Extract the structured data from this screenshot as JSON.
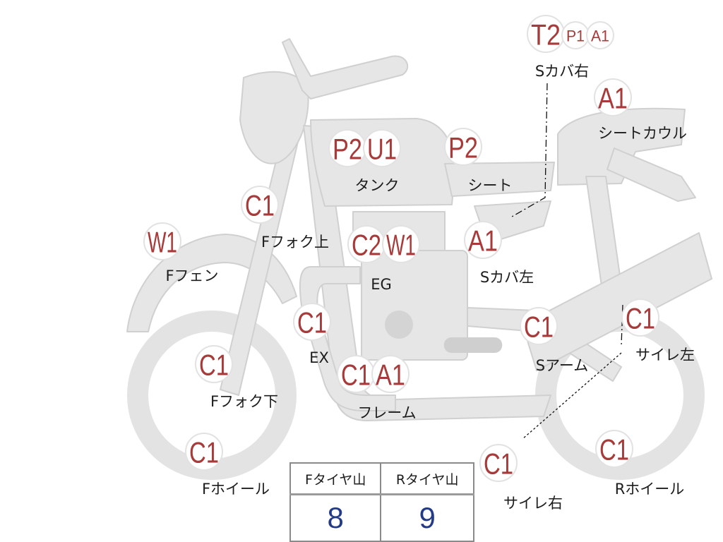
{
  "parts": [
    {
      "id": "t2",
      "badges": [
        {
          "code": "T2",
          "size": "big"
        },
        {
          "code": "P1",
          "size": "small"
        },
        {
          "code": "A1",
          "size": "small"
        }
      ],
      "label": "Sカバ右"
    },
    {
      "id": "seatcowl",
      "badges": [
        {
          "code": "A1",
          "size": "big"
        }
      ],
      "label": "シートカウル"
    },
    {
      "id": "tank",
      "badges": [
        {
          "code": "P2",
          "size": "big"
        },
        {
          "code": "U1",
          "size": "big"
        }
      ],
      "label": "タンク"
    },
    {
      "id": "seat",
      "badges": [
        {
          "code": "P2",
          "size": "big"
        }
      ],
      "label": "シート"
    },
    {
      "id": "ffork-upper",
      "badges": [
        {
          "code": "C1",
          "size": "big"
        }
      ],
      "label": "Fフォク上"
    },
    {
      "id": "ffender",
      "badges": [
        {
          "code": "W1",
          "size": "big"
        }
      ],
      "label": "Fフェン"
    },
    {
      "id": "engine",
      "badges": [
        {
          "code": "C2",
          "size": "big"
        },
        {
          "code": "W1",
          "size": "big"
        }
      ],
      "label": "EG"
    },
    {
      "id": "scover-left",
      "badges": [
        {
          "code": "A1",
          "size": "big"
        }
      ],
      "label": "Sカバ左"
    },
    {
      "id": "exhaust",
      "badges": [
        {
          "code": "C1",
          "size": "big"
        }
      ],
      "label": "EX"
    },
    {
      "id": "swingarm",
      "badges": [
        {
          "code": "C1",
          "size": "big"
        }
      ],
      "label": "Sアーム"
    },
    {
      "id": "muffler-left",
      "badges": [
        {
          "code": "C1",
          "size": "big"
        }
      ],
      "label": "サイレ左"
    },
    {
      "id": "ffork-lower",
      "badges": [
        {
          "code": "C1",
          "size": "big"
        }
      ],
      "label": "Fフォク下"
    },
    {
      "id": "frame",
      "badges": [
        {
          "code": "C1",
          "size": "big"
        },
        {
          "code": "A1",
          "size": "big"
        }
      ],
      "label": "フレーム"
    },
    {
      "id": "fwheel",
      "badges": [
        {
          "code": "C1",
          "size": "big"
        }
      ],
      "label": "Fホイール"
    },
    {
      "id": "muffler-right",
      "badges": [
        {
          "code": "C1",
          "size": "big"
        }
      ],
      "label": "サイレ右"
    },
    {
      "id": "rwheel",
      "badges": [
        {
          "code": "C1",
          "size": "big"
        }
      ],
      "label": "Rホイール"
    }
  ],
  "tread": {
    "front_label": "Fタイヤ山",
    "rear_label": "Rタイヤ山",
    "front_value": "8",
    "rear_value": "9"
  },
  "colors": {
    "badge_text": "#a83a3a",
    "silhouette_fill": "#e6e6e6",
    "silhouette_stroke": "#cfcfcf",
    "tread_value": "#233a86"
  }
}
